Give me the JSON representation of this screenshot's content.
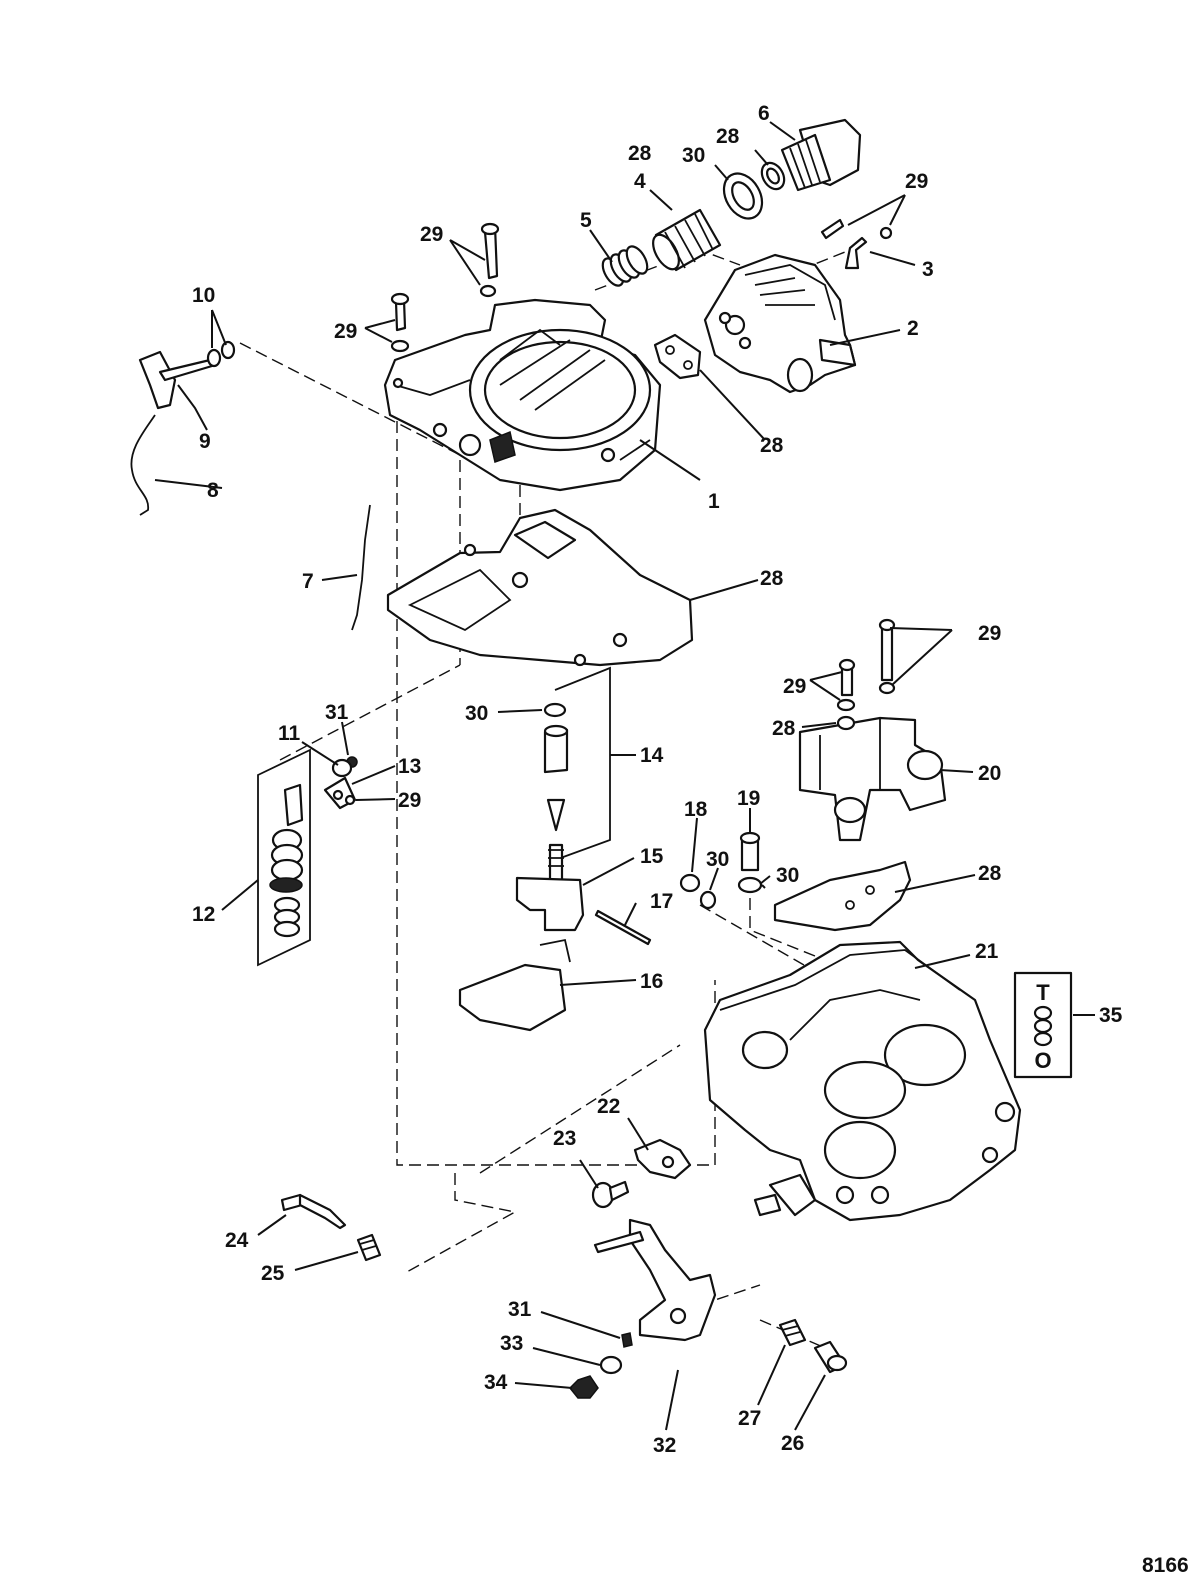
{
  "diagram": {
    "figure_number": "8166",
    "callouts": [
      "1",
      "2",
      "3",
      "4",
      "5",
      "6",
      "7",
      "8",
      "9",
      "10",
      "11",
      "12",
      "13",
      "14",
      "15",
      "16",
      "17",
      "18",
      "19",
      "20",
      "21",
      "22",
      "23",
      "24",
      "25",
      "26",
      "27",
      "28",
      "29",
      "30",
      "31",
      "32",
      "33",
      "34",
      "35"
    ],
    "kit_symbols": [
      "T",
      "O"
    ]
  }
}
